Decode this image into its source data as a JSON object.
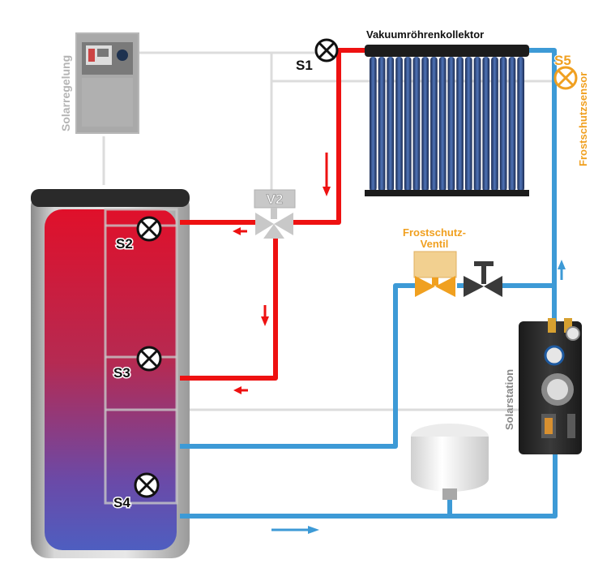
{
  "labels": {
    "collector": "Vakuumröhrenkollektor",
    "controller": "Solarregelung",
    "station": "Solarstation",
    "frost_sensor": "Frostschutzsensor",
    "frost_valve_line1": "Frostschutz-",
    "frost_valve_line2": "Ventil",
    "valve": "V2",
    "sensors": {
      "s1": "S1",
      "s2": "S2",
      "s3": "S3",
      "s4": "S4",
      "s5": "S5"
    }
  },
  "colors": {
    "hot_pipe": "#ee1111",
    "cold_pipe": "#3d9ad6",
    "signal_wire": "#dcdcdc",
    "frost_accent": "#f0a020",
    "sensor_grey": "#cfcfcf"
  }
}
